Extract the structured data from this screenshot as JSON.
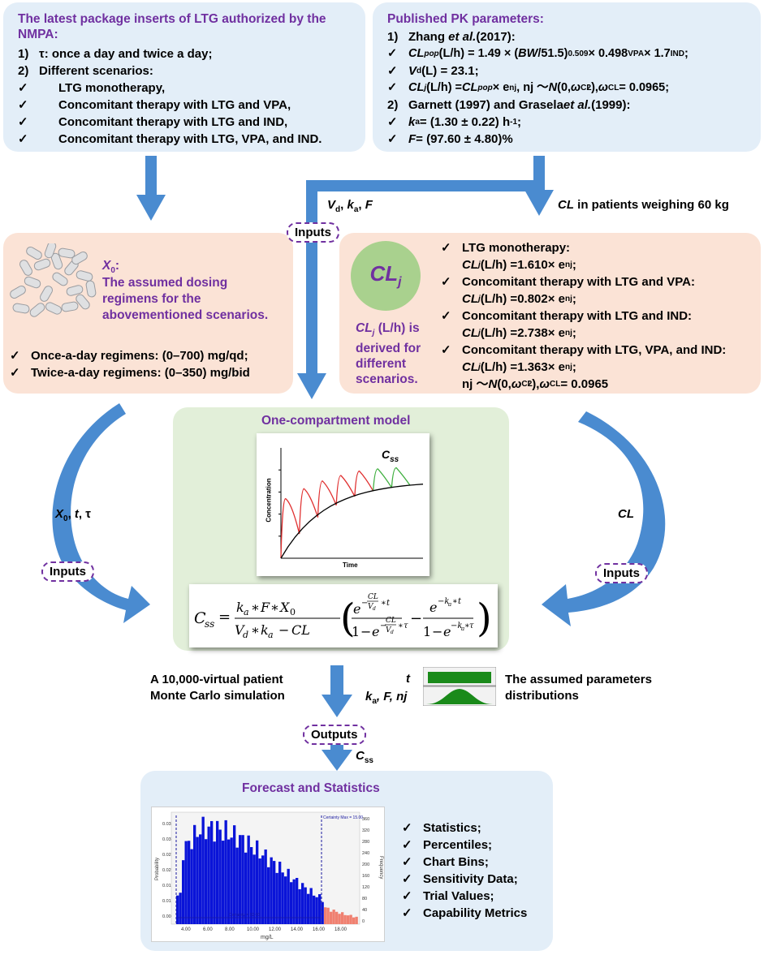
{
  "inserts": {
    "title": "The latest package inserts of LTG authorized by the NMPA:",
    "l1_num": "1)",
    "l1_sym": "τ",
    "l1_rest": ": once a day and twice a day;",
    "l2_num": "2)",
    "l2_text": "Different scenarios:",
    "scenarios": [
      "LTG monotherapy,",
      "Concomitant therapy with LTG and VPA,",
      "Concomitant therapy with LTG and IND,",
      "Concomitant therapy with LTG, VPA, and IND."
    ]
  },
  "pk": {
    "title": "Published PK parameters:",
    "r1_num": "1)",
    "r1_a": "Zhang ",
    "r1_b": "et al.",
    "r1_c": " (2017):",
    "clpop_a": "CL",
    "clpop_sub": "pop",
    "clpop_b": " (L/h) = 1.49 × (",
    "clpop_bw": "BW",
    "clpop_c": "/51.5)",
    "clpop_exp1": "0.509",
    "clpop_d": " × 0.498",
    "clpop_exp2": "VPA",
    "clpop_e": " × 1.7",
    "clpop_exp3": "IND",
    "clpop_f": ";",
    "vd_a": "V",
    "vd_sub": "d",
    "vd_b": " (L) = 23.1;",
    "clj_a": "CL",
    "clj_sub": "j",
    "clj_b": " (L/h) = ",
    "clj_c": "CL",
    "clj_sub2": "pop",
    "clj_d": " × e",
    "clj_exp": "nj",
    "clj_e": ", nj ～ ",
    "clj_n": "N",
    "clj_f": " (0, ",
    "clj_w": "ω",
    "clj_wsub": "CL",
    "clj_wexp": "2",
    "clj_g": "), ",
    "clj_w2": "ω",
    "clj_w2sub": "CL",
    "clj_h": " = 0.0965;",
    "r2_num": "2)",
    "r2_a": "Garnett (1997) and Grasela ",
    "r2_b": "et al.",
    "r2_c": " (1999):",
    "ka_a": "k",
    "ka_sub": "a",
    "ka_b": " = (1.30 ± 0.22) h",
    "ka_exp": "-1",
    "ka_c": ";",
    "f_a": "F",
    "f_b": " = (97.60 ± 4.80)%"
  },
  "flow": {
    "vd_label_a": "V",
    "vd_label_sub": "d",
    "vd_label_b": ",  ",
    "vd_label_k": "k",
    "vd_label_ksub": "a",
    "vd_label_c": ", ",
    "vd_label_f": "F",
    "cl60_a": "CL",
    "cl60_b": " in patients weighing 60 kg",
    "inputs": "Inputs",
    "outputs": "Outputs",
    "x0t_a": "X",
    "x0t_sub": "0",
    "x0t_b": ", ",
    "x0t_t": "t",
    "x0t_c": ", τ",
    "cl_right": "CL",
    "mc_l1": "A 10,000-virtual patient",
    "mc_l2": "Monte Carlo simulation",
    "t_lbl": "t",
    "kafnj_k": "k",
    "kafnj_sub": "a",
    "kafnj_b": ", F, nj",
    "dist_l1": "The assumed parameters",
    "dist_l2": "distributions",
    "css_a": "C",
    "css_sub": "ss"
  },
  "dosing": {
    "x0_a": "X",
    "x0_sub": "0",
    "x0_b": ":",
    "desc": [
      "The assumed dosing",
      "regimens for the",
      "abovementioned scenarios."
    ],
    "regimens": [
      "Once-a-day regimens: (0–700) mg/qd;",
      "Twice-a-day regimens: (0–350) mg/bid"
    ]
  },
  "clj_box": {
    "circle_a": "CL",
    "circle_sub": "j",
    "derived_a": "CL",
    "derived_sub": "j",
    "derived_b": " (L/h) is",
    "derived_lines": [
      "derived for",
      "different",
      "scenarios."
    ],
    "items": [
      {
        "title": "LTG monotherapy:",
        "value": "1.610"
      },
      {
        "title": "Concomitant therapy with LTG and VPA:",
        "value": "0.802"
      },
      {
        "title": "Concomitant therapy with LTG and IND:",
        "value": "2.738"
      },
      {
        "title": "Concomitant therapy with LTG, VPA, and IND:",
        "value": "1.363"
      }
    ],
    "eq_a": "CL",
    "eq_sub": "j",
    "eq_b": " (L/h) = ",
    "eq_c": " × e ",
    "eq_exp": "nj",
    "eq_d": ";",
    "nj_a": "nj ～ ",
    "nj_n": "N",
    "nj_b": " (0, ",
    "nj_w": "ω",
    "nj_wsub": "CL",
    "nj_wexp": "2",
    "nj_c": "),  ",
    "nj_w2": "ω",
    "nj_w2sub": "CL",
    "nj_d": " = 0.0965"
  },
  "model": {
    "title": "One-compartment model",
    "css_a": "C",
    "css_sub": "ss",
    "ylabel": "Concentration",
    "xlabel": "Time"
  },
  "forecast": {
    "title": "Forecast and Statistics",
    "items": [
      "Statistics;",
      "Percentiles;",
      "Chart Bins;",
      "Sensitivity Data;",
      "Trial Values;",
      "Capability Metrics"
    ],
    "hist_xlabel": "mg/L",
    "hist_ylabel_left": "Probability",
    "hist_ylabel_right": "Frequency",
    "xticks": [
      "4.00",
      "6.00",
      "8.00",
      "10.00",
      "12.00",
      "14.00",
      "16.00",
      "18.00"
    ],
    "yticks_left": [
      "0.03",
      "0.03",
      "0.02",
      "0.02",
      "0.01",
      "0.01",
      "0.00"
    ],
    "yticks_right": [
      "360",
      "320",
      "280",
      "240",
      "200",
      "160",
      "120",
      "80",
      "40",
      "0"
    ],
    "certainty_left": "Certainty = 92.00",
    "certainty_right": "Certainty Max = 15.00"
  },
  "colors": {
    "blue_box": "#e3eef8",
    "peach_box": "#fbe3d6",
    "green_box": "#e2efd9",
    "purple": "#7030a0",
    "arrow": "#4a8bd0",
    "hist_blue": "#0a14d8",
    "hist_red": "#f08070",
    "curve_red": "#e03030",
    "curve_green": "#40b040",
    "dist_green": "#1a8a1a"
  }
}
